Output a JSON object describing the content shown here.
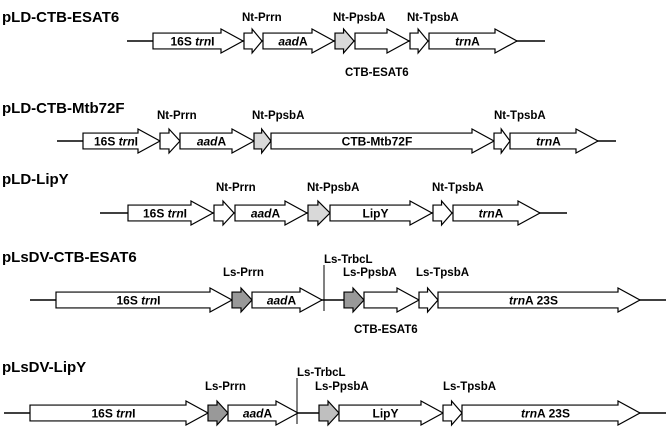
{
  "constructs": [
    {
      "id": "pld-ctb-esat6",
      "title": "pLD-CTB-ESAT6",
      "elements": [
        {
          "name": "16s-trni",
          "label_parts": [
            [
              "16S ",
              "n"
            ],
            [
              "trn",
              "i"
            ],
            [
              "I",
              "n"
            ]
          ],
          "fill": "#ffffff"
        },
        {
          "name": "nt-prrn",
          "label_parts": [],
          "fill": "#ffffff"
        },
        {
          "name": "aada",
          "label_parts": [
            [
              "aad",
              "i"
            ],
            [
              "A",
              "n"
            ]
          ],
          "fill": "#ffffff"
        },
        {
          "name": "nt-ppsba",
          "label_parts": [],
          "fill": "#d9d9d9"
        },
        {
          "name": "ctb-esat6",
          "label_parts": [],
          "fill": "#ffffff"
        },
        {
          "name": "nt-tpsba",
          "label_parts": [],
          "fill": "#ffffff"
        },
        {
          "name": "trna",
          "label_parts": [
            [
              "trn",
              "i"
            ],
            [
              "A",
              "n"
            ]
          ],
          "fill": "#ffffff"
        }
      ],
      "labels": [
        "Nt-Prrn",
        "Nt-PpsbA",
        "Nt-TpsbA",
        "CTB-ESAT6"
      ]
    },
    {
      "id": "pld-ctb-mtb72f",
      "title": "pLD-CTB-Mtb72F",
      "elements": [
        {
          "name": "16s-trni",
          "label_parts": [
            [
              "16S ",
              "n"
            ],
            [
              "trn",
              "i"
            ],
            [
              "I",
              "n"
            ]
          ],
          "fill": "#ffffff"
        },
        {
          "name": "nt-prrn",
          "label_parts": [],
          "fill": "#ffffff"
        },
        {
          "name": "aada",
          "label_parts": [
            [
              "aad",
              "i"
            ],
            [
              "A",
              "n"
            ]
          ],
          "fill": "#ffffff"
        },
        {
          "name": "nt-ppsba",
          "label_parts": [],
          "fill": "#d9d9d9"
        },
        {
          "name": "ctb-mtb72f",
          "label_parts": [
            [
              "CTB-Mtb72F",
              "n"
            ]
          ],
          "fill": "#ffffff"
        },
        {
          "name": "nt-tpsba",
          "label_parts": [],
          "fill": "#ffffff"
        },
        {
          "name": "trna",
          "label_parts": [
            [
              "trn",
              "i"
            ],
            [
              "A",
              "n"
            ]
          ],
          "fill": "#ffffff"
        }
      ],
      "labels": [
        "Nt-Prrn",
        "Nt-PpsbA",
        "Nt-TpsbA"
      ]
    },
    {
      "id": "pld-lipy",
      "title": "pLD-LipY",
      "elements": [
        {
          "name": "16s-trni",
          "label_parts": [
            [
              "16S ",
              "n"
            ],
            [
              "trn",
              "i"
            ],
            [
              "I",
              "n"
            ]
          ],
          "fill": "#ffffff"
        },
        {
          "name": "nt-prrn",
          "label_parts": [],
          "fill": "#ffffff"
        },
        {
          "name": "aada",
          "label_parts": [
            [
              "aad",
              "i"
            ],
            [
              "A",
              "n"
            ]
          ],
          "fill": "#ffffff"
        },
        {
          "name": "nt-ppsba",
          "label_parts": [],
          "fill": "#d9d9d9"
        },
        {
          "name": "lipy",
          "label_parts": [
            [
              "LipY",
              "n"
            ]
          ],
          "fill": "#ffffff"
        },
        {
          "name": "nt-tpsba",
          "label_parts": [],
          "fill": "#ffffff"
        },
        {
          "name": "trna",
          "label_parts": [
            [
              "trn",
              "i"
            ],
            [
              "A",
              "n"
            ]
          ],
          "fill": "#ffffff"
        }
      ],
      "labels": [
        "Nt-Prrn",
        "Nt-PpsbA",
        "Nt-TpsbA"
      ]
    },
    {
      "id": "plsdv-ctb-esat6",
      "title": "pLsDV-CTB-ESAT6",
      "elements": [
        {
          "name": "16s-trni",
          "label_parts": [
            [
              "16S ",
              "n"
            ],
            [
              "trn",
              "i"
            ],
            [
              "I",
              "n"
            ]
          ],
          "fill": "#ffffff"
        },
        {
          "name": "ls-prrn",
          "label_parts": [],
          "fill": "#999999"
        },
        {
          "name": "aada",
          "label_parts": [
            [
              "aad",
              "i"
            ],
            [
              "A",
              "n"
            ]
          ],
          "fill": "#ffffff"
        },
        {
          "name": "ls-ppsba",
          "label_parts": [],
          "fill": "#999999"
        },
        {
          "name": "ctb-esat6",
          "label_parts": [],
          "fill": "#ffffff"
        },
        {
          "name": "ls-tpsba",
          "label_parts": [],
          "fill": "#ffffff"
        },
        {
          "name": "trna-23s",
          "label_parts": [
            [
              "trn",
              "i"
            ],
            [
              "A 23S",
              "n"
            ]
          ],
          "fill": "#ffffff"
        }
      ],
      "labels": [
        "Ls-Prrn",
        "Ls-TrbcL",
        "Ls-PpsbA",
        "Ls-TpsbA",
        "CTB-ESAT6"
      ]
    },
    {
      "id": "plsdv-lipy",
      "title": "pLsDV-LipY",
      "elements": [
        {
          "name": "16s-trni",
          "label_parts": [
            [
              "16S ",
              "n"
            ],
            [
              "trn",
              "i"
            ],
            [
              "I",
              "n"
            ]
          ],
          "fill": "#ffffff"
        },
        {
          "name": "ls-prrn",
          "label_parts": [],
          "fill": "#999999"
        },
        {
          "name": "aada",
          "label_parts": [
            [
              "aad",
              "i"
            ],
            [
              "A",
              "n"
            ]
          ],
          "fill": "#ffffff"
        },
        {
          "name": "ls-ppsba",
          "label_parts": [],
          "fill": "#bfbfbf"
        },
        {
          "name": "lipy",
          "label_parts": [
            [
              "LipY",
              "n"
            ]
          ],
          "fill": "#ffffff"
        },
        {
          "name": "ls-tpsba",
          "label_parts": [],
          "fill": "#ffffff"
        },
        {
          "name": "trna-23s",
          "label_parts": [
            [
              "trn",
              "i"
            ],
            [
              "A 23S",
              "n"
            ]
          ],
          "fill": "#ffffff"
        }
      ],
      "labels": [
        "Ls-Prrn",
        "Ls-TrbcL",
        "Ls-PpsbA",
        "Ls-TpsbA"
      ]
    }
  ]
}
